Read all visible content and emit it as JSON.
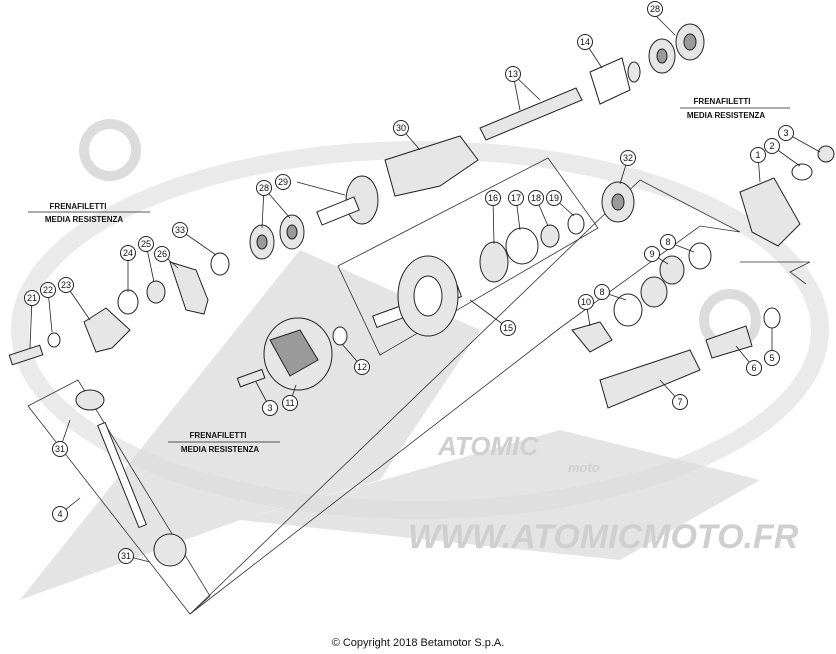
{
  "diagram": {
    "callouts": [
      "1",
      "2",
      "3",
      "3",
      "4",
      "5",
      "6",
      "7",
      "8",
      "8",
      "9",
      "10",
      "11",
      "12",
      "13",
      "14",
      "15",
      "16",
      "17",
      "18",
      "19",
      "21",
      "22",
      "23",
      "24",
      "25",
      "26",
      "28",
      "28",
      "29",
      "30",
      "31",
      "31",
      "32",
      "33"
    ],
    "notes": [
      {
        "line1": "FRENAFILETTI",
        "line2": "MEDIA RESISTENZA"
      },
      {
        "line1": "FRENAFILETTI",
        "line2": "MEDIA RESISTENZA"
      },
      {
        "line1": "FRENAFILETTI",
        "line2": "MEDIA RESISTENZA"
      }
    ],
    "watermark": {
      "brand": "ATOMIC",
      "sub": "moto",
      "url": "WWW.ATOMICMOTO.FR"
    },
    "copyright": "© Copyright 2018 Betamotor S.p.A."
  }
}
